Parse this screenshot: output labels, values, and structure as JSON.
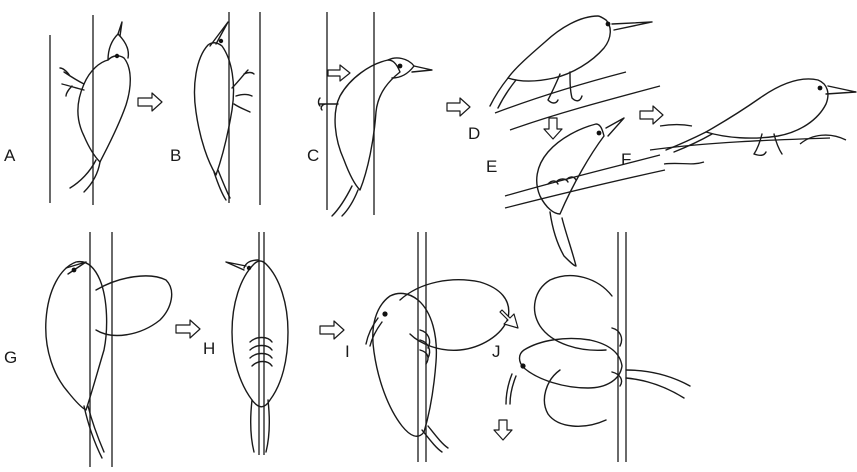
{
  "figure": {
    "panels": [
      {
        "id": "A",
        "label": "A"
      },
      {
        "id": "B",
        "label": "B"
      },
      {
        "id": "C",
        "label": "C"
      },
      {
        "id": "D",
        "label": "D"
      },
      {
        "id": "E",
        "label": "E"
      },
      {
        "id": "F",
        "label": "F"
      },
      {
        "id": "G",
        "label": "G"
      },
      {
        "id": "H",
        "label": "H"
      },
      {
        "id": "I",
        "label": "I"
      },
      {
        "id": "J",
        "label": "J"
      }
    ],
    "colors": {
      "ink": "#1a1a1a",
      "background": "#ffffff"
    }
  }
}
